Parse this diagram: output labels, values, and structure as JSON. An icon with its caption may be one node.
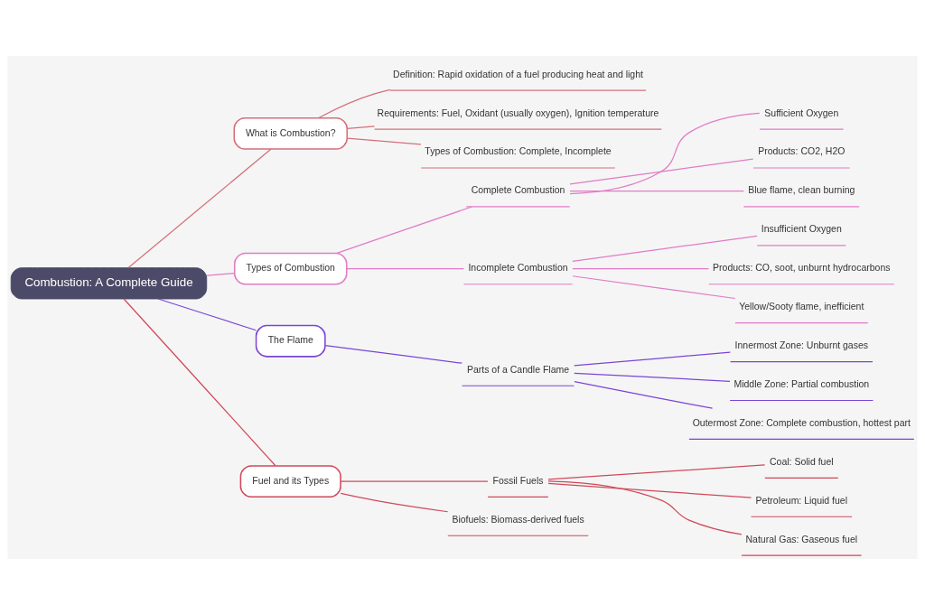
{
  "diagram": {
    "nodes": [
      {
        "text": [
          "Combustion: A Complete Guide"
        ]
      },
      {
        "text": [
          "What is Combustion?"
        ]
      },
      {
        "text": [
          "Definition: Rapid oxidation of a fuel producing heat and light"
        ]
      },
      {
        "text": [
          "Requirements: Fuel, Oxidant (usually oxygen), Ignition temperature"
        ]
      },
      {
        "text": [
          "Types of Combustion: Complete, Incomplete"
        ]
      },
      {
        "text": [
          "Types of Combustion"
        ]
      },
      {
        "text": [
          "Complete Combustion"
        ]
      },
      {
        "text": [
          "Sufficient Oxygen"
        ]
      },
      {
        "text": [
          "Products: CO2, H2O"
        ]
      },
      {
        "text": [
          "Blue flame, clean burning"
        ]
      },
      {
        "text": [
          "Incomplete Combustion"
        ]
      },
      {
        "text": [
          "Insufficient Oxygen"
        ]
      },
      {
        "text": [
          "Products: CO, soot, unburnt hydrocarbons"
        ]
      },
      {
        "text": [
          "Yellow/Sooty flame, inefficient"
        ]
      },
      {
        "text": [
          "The Flame"
        ]
      },
      {
        "text": [
          "Parts of a Candle Flame"
        ]
      },
      {
        "text": [
          "Innermost Zone: Unburnt gases"
        ]
      },
      {
        "text": [
          "Middle Zone: Partial combustion"
        ]
      },
      {
        "text": [
          "Outermost Zone: Complete combustion, hottest part"
        ]
      },
      {
        "text": [
          "Fuel and its Types"
        ]
      },
      {
        "text": [
          "Fossil Fuels"
        ]
      },
      {
        "text": [
          "Coal: Solid fuel"
        ]
      },
      {
        "text": [
          "Petroleum: Liquid fuel"
        ]
      },
      {
        "text": [
          "Natural Gas: Gaseous fuel"
        ]
      },
      {
        "text": [
          "Biofuels: Biomass-derived fuels"
        ]
      }
    ],
    "edges": [
      {
        "from": 0,
        "to": 1,
        "arrow": "none",
        "color": "#d4707a"
      },
      {
        "from": 1,
        "to": 2,
        "arrow": "none",
        "color": "#d4707a"
      },
      {
        "from": 1,
        "to": 3,
        "arrow": "none",
        "color": "#d4707a"
      },
      {
        "from": 1,
        "to": 4,
        "arrow": "none",
        "color": "#d4707a"
      },
      {
        "from": 0,
        "to": 5,
        "arrow": "none"
      },
      {
        "from": 5,
        "to": 6,
        "arrow": "none"
      },
      {
        "from": 6,
        "to": 7,
        "arrow": "none"
      },
      {
        "from": 6,
        "to": 8,
        "arrow": "none"
      },
      {
        "from": 6,
        "to": 9,
        "arrow": "none"
      },
      {
        "from": 5,
        "to": 10,
        "arrow": "none"
      },
      {
        "from": 10,
        "to": 11,
        "arrow": "none"
      },
      {
        "from": 10,
        "to": 12,
        "arrow": "none"
      },
      {
        "from": 10,
        "to": 13,
        "arrow": "none"
      },
      {
        "from": 0,
        "to": 14,
        "arrow": "none",
        "color": "#7b45d8"
      },
      {
        "from": 14,
        "to": 15,
        "arrow": "none",
        "color": "#7b45d8"
      },
      {
        "from": 15,
        "to": 16,
        "arrow": "none",
        "color": "#7b45d8"
      },
      {
        "from": 15,
        "to": 17,
        "arrow": "none",
        "color": "#7b45d8"
      },
      {
        "from": 15,
        "to": 18,
        "arrow": "none",
        "color": "#7b45d8"
      },
      {
        "from": 0,
        "to": 19,
        "arrow": "none",
        "color": "#d0485a"
      },
      {
        "from": 19,
        "to": 20,
        "arrow": "none",
        "color": "#d0485a"
      },
      {
        "from": 20,
        "to": 21,
        "arrow": "none",
        "color": "#d0485a"
      },
      {
        "from": 20,
        "to": 22,
        "arrow": "none",
        "color": "#d0485a"
      },
      {
        "from": 20,
        "to": 23,
        "arrow": "none",
        "color": "#d0485a"
      },
      {
        "from": 19,
        "to": 24,
        "arrow": "none",
        "color": "#d0485a"
      }
    ]
  }
}
